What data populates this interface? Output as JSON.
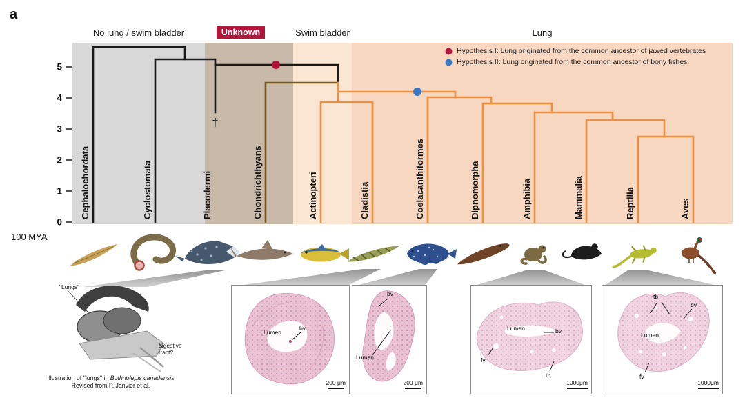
{
  "figure": {
    "panel_label": "a"
  },
  "colors": {
    "band_no_lung": "#d8d8d8",
    "band_unknown": "#c8b9a9",
    "band_swim_bladder": "#fbe5d3",
    "band_lung": "#f8d7c1",
    "branch_basal": "#1a1a1a",
    "branch_chondrichthyes": "#7a5c16",
    "branch_bony": "#ef8f3e",
    "hypothesis1": "#b0173a",
    "hypothesis2": "#3b78c2",
    "unknown_badge_bg": "#b0173a"
  },
  "headers": {
    "no_lung": "No lung / swim bladder",
    "unknown": "Unknown",
    "swim_bladder": "Swim bladder",
    "lung": "Lung"
  },
  "legend": {
    "hypothesis1": "Hypothesis I: Lung originated from the common ancestor of jawed vertebrates",
    "hypothesis2": "Hypothesis II: Lung originated from the common ancestor of bony fishes"
  },
  "axis": {
    "tick_labels": [
      "5",
      "4",
      "3",
      "2",
      "1",
      "0"
    ],
    "unit": "100 MYA"
  },
  "tree": {
    "extinct_marker": "†",
    "taxa": [
      {
        "name": "Cephalochordata",
        "group": "no_lung"
      },
      {
        "name": "Cyclostomata",
        "group": "no_lung"
      },
      {
        "name": "Placodermi",
        "group": "unknown",
        "extinct": true
      },
      {
        "name": "Chondrichthyans",
        "group": "unknown"
      },
      {
        "name": "Actinopteri",
        "group": "swim_bladder"
      },
      {
        "name": "Cladistia",
        "group": "lung"
      },
      {
        "name": "Coelacanthiformes",
        "group": "lung"
      },
      {
        "name": "Dipnomorpha",
        "group": "lung"
      },
      {
        "name": "Amphibia",
        "group": "lung"
      },
      {
        "name": "Mammalia",
        "group": "lung"
      },
      {
        "name": "Reptilia",
        "group": "lung"
      },
      {
        "name": "Aves",
        "group": "lung"
      }
    ],
    "animals": [
      "lancelet",
      "lamprey",
      "placoderm",
      "shark",
      "tuna",
      "bichir",
      "coelacanth",
      "lungfish",
      "frog",
      "mouse",
      "lizard",
      "pheasant"
    ]
  },
  "anatomy": {
    "label_lungs": "\"Lungs\"",
    "label_digestive_line1": "digestive",
    "label_digestive_line2": "tract?",
    "caption_prefix": "Illustration of \"lungs\" in ",
    "caption_species": "Bothriolepis canadensis",
    "caption_credit": "Revised from P. Janvier et al."
  },
  "histology": [
    {
      "lumen": "Lumen",
      "bv": "bv",
      "scale": "200 μm"
    },
    {
      "lumen": "Lumen",
      "bv": "bv",
      "scale": "200 μm"
    },
    {
      "lumen": "Lumen",
      "bv": "bv",
      "fv": "fv",
      "tb": "tb",
      "scale": "1000μm"
    },
    {
      "lumen": "Lumen",
      "bv": "bv",
      "fv": "fv",
      "tb": "tb",
      "scale": "1000μm"
    }
  ]
}
